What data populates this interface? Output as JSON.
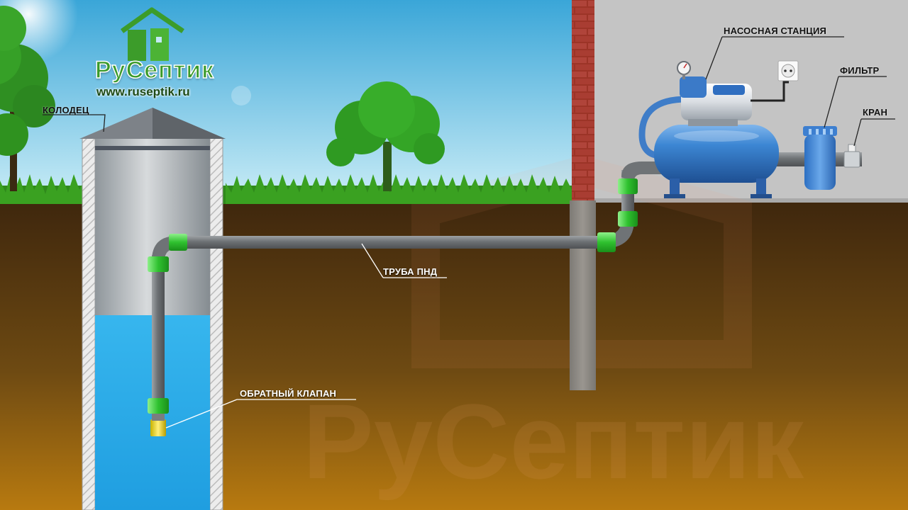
{
  "logo": {
    "name": "РуСептик",
    "url": "www.ruseptik.ru",
    "watermark": "РуСептик"
  },
  "labels": {
    "well": "КОЛОДЕЦ",
    "pump_station": "НАСОСНАЯ СТАНЦИЯ",
    "filter": "ФИЛЬТР",
    "tap": "КРАН",
    "pipe": "ТРУБА ПНД",
    "check_valve": "ОБРАТНЫЙ КЛАПАН"
  },
  "colors": {
    "sky_top": "#3aa6d8",
    "sky_bottom": "#c8ecf6",
    "soil_top": "#4a2e10",
    "soil_bottom": "#b8780e",
    "water": "#2fb0ea",
    "fitting": "#3ecf3e",
    "pipe": "#777a7d",
    "tank": "#2f78c8",
    "brick": "#a83a2c",
    "logo_green": "#3a9a2a"
  }
}
